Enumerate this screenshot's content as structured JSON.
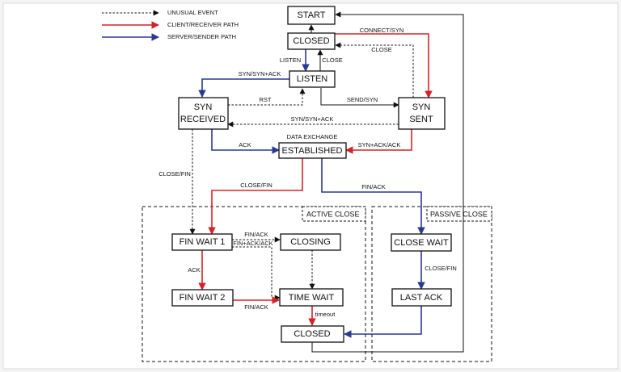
{
  "legend": [
    {
      "label": "UNUSUAL EVENT",
      "style": "dashed",
      "color": "#111111"
    },
    {
      "label": "CLIENT/RECEIVER PATH",
      "style": "solid",
      "color": "#d2232a"
    },
    {
      "label": "SERVER/SENDER PATH",
      "style": "solid",
      "color": "#2b3990"
    }
  ],
  "regions": {
    "active_close": "ACTIVE CLOSE",
    "passive_close": "PASSIVE CLOSE"
  },
  "states": {
    "start": "START",
    "closed": "CLOSED",
    "listen": "LISTEN",
    "syn_received_line1": "SYN",
    "syn_received_line2": "RECEIVED",
    "syn_sent_line1": "SYN",
    "syn_sent_line2": "SENT",
    "established": "ESTABLISHED",
    "fin_wait_1": "FIN WAIT 1",
    "fin_wait_2": "FIN WAIT 2",
    "closing": "CLOSING",
    "time_wait": "TIME WAIT",
    "closed_final": "CLOSED",
    "close_wait": "CLOSE WAIT",
    "last_ack": "LAST ACK"
  },
  "transitions": {
    "connect_syn": "CONNECT/SYN",
    "close_top": "CLOSE",
    "listen": "LISTEN",
    "close_listen": "CLOSE",
    "syn_synack": "SYN/SYN+ACK",
    "rst": "RST",
    "send_syn": "SEND/SYN",
    "syn_synack_sent": "SYN/SYN+ACK",
    "data_exchange": "DATA EXCHANGE",
    "ack": "ACK",
    "synack_ack": "SYN+ACK/ACK",
    "close_fin_left": "CLOSE/FIN",
    "close_fin_center": "CLOSE/FIN",
    "fin_ack_center": "FIN/ACK",
    "fin_ack_closing": "FIN/ACK",
    "finack_ack": "FIN+ACK/ACK",
    "ack_fw": "ACK",
    "fin_ack_tw": "FIN/ACK",
    "timeout": "timeout",
    "close_fin_passive": "CLOSE/FIN"
  }
}
